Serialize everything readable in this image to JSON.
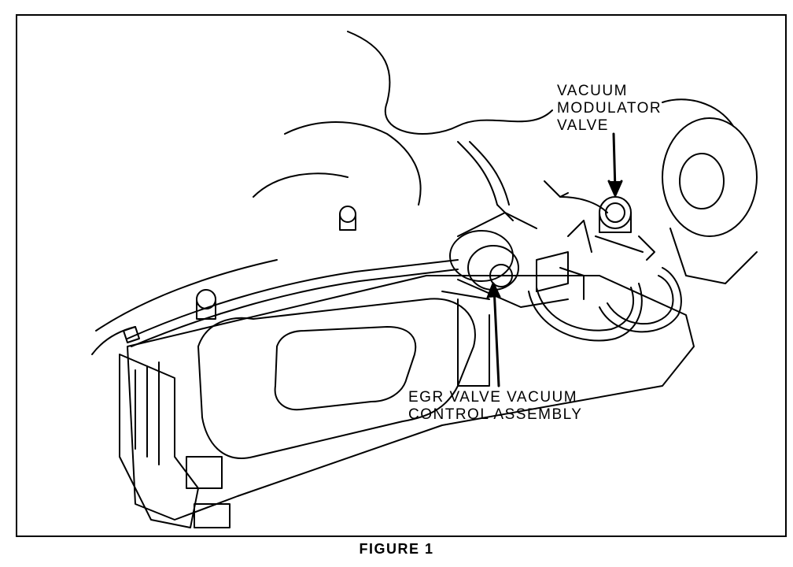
{
  "labels": {
    "vacuum_modulator_valve": [
      "VACUUM",
      "MODULATOR",
      "VALVE"
    ],
    "egr_valve_vacuum_control_assembly": [
      "EGR VALVE VACUUM",
      "CONTROL ASSEMBLY"
    ]
  },
  "caption": "FIGURE 1"
}
